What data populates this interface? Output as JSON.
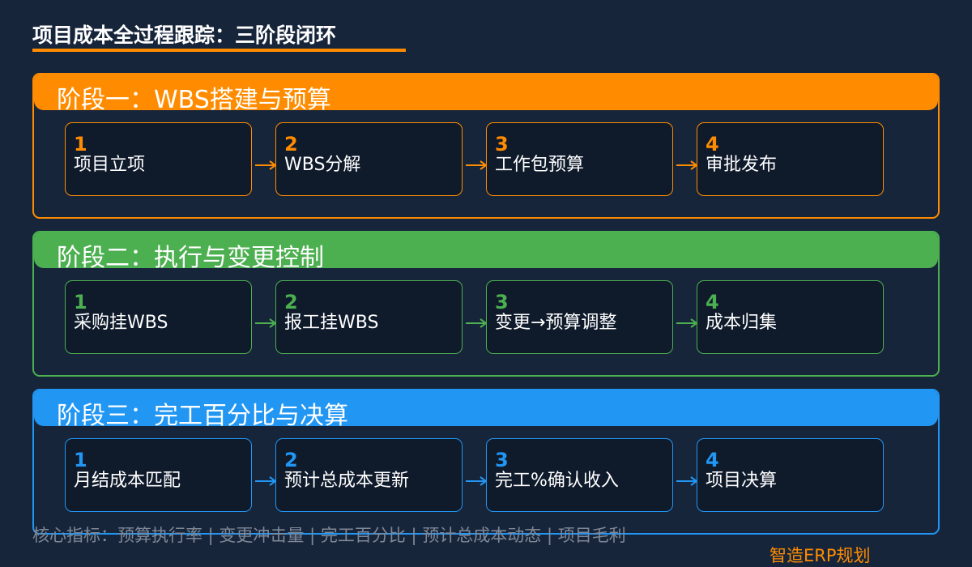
{
  "title": "项目成本全过程跟踪：三阶段闭环",
  "colors": {
    "background": "#17253b",
    "card_background": "#0f1a2b",
    "stage1": "#ff8c00",
    "stage2": "#4caf50",
    "stage3": "#2196f3",
    "footer_text": "#7f8896"
  },
  "stages": [
    {
      "title": "阶段一：WBS搭建与预算",
      "steps": [
        {
          "num": "1",
          "label": "项目立项"
        },
        {
          "num": "2",
          "label": "WBS分解"
        },
        {
          "num": "3",
          "label": "工作包预算"
        },
        {
          "num": "4",
          "label": "审批发布"
        }
      ]
    },
    {
      "title": "阶段二：执行与变更控制",
      "steps": [
        {
          "num": "1",
          "label": "采购挂WBS"
        },
        {
          "num": "2",
          "label": "报工挂WBS"
        },
        {
          "num": "3",
          "label": "变更→预算调整"
        },
        {
          "num": "4",
          "label": "成本归集"
        }
      ]
    },
    {
      "title": "阶段三：完工百分比与决算",
      "steps": [
        {
          "num": "1",
          "label": "月结成本匹配"
        },
        {
          "num": "2",
          "label": "预计总成本更新"
        },
        {
          "num": "3",
          "label": "完工%确认收入"
        },
        {
          "num": "4",
          "label": "项目决算"
        }
      ]
    }
  ],
  "footer": {
    "metrics": "核心指标：预算执行率 | 变更冲击量 | 完工百分比 | 预计总成本动态 | 项目毛利",
    "brand": "智造ERP规划"
  }
}
